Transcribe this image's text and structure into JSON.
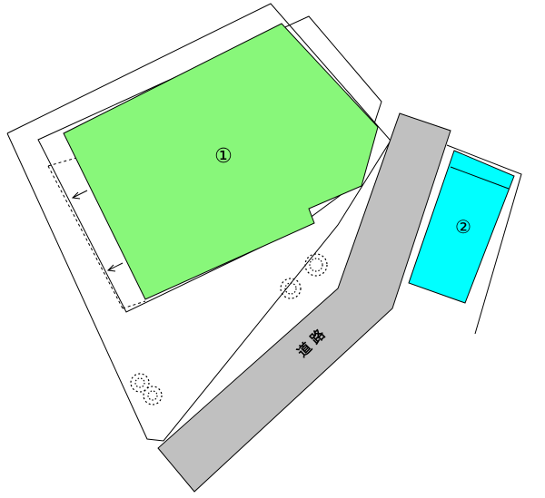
{
  "plan": {
    "lot1_label": "①",
    "lot2_label": "②",
    "road_label": "道 路",
    "colors": {
      "background": "#ffffff",
      "lot1_fill": "#88f77a",
      "lot2_fill": "#00ffff",
      "road_fill": "#c0c0c0",
      "outline": "#000000"
    },
    "icons": [
      "tree-icon",
      "tree-icon",
      "tree-icon",
      "tree-icon",
      "arrow-icon",
      "arrow-icon"
    ]
  }
}
